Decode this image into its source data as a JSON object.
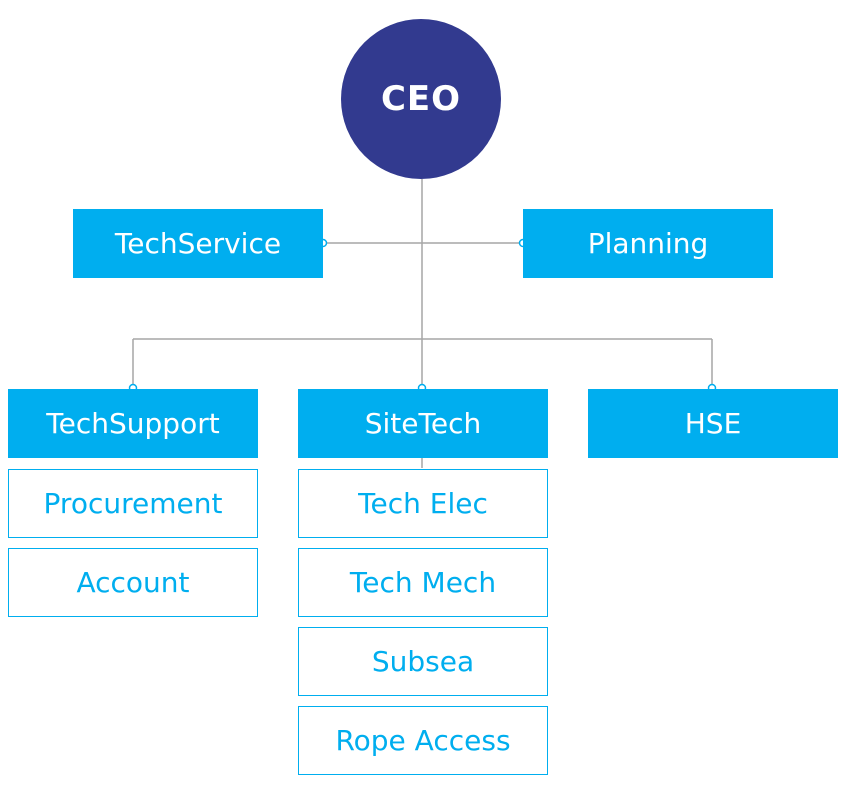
{
  "colors": {
    "ceo_fill": "#323a8f",
    "box_fill": "#00aeef",
    "box_text": "#ffffff",
    "outline_text": "#00aeef",
    "connector": "#a6a6a6"
  },
  "ceo": {
    "label": "CEO"
  },
  "staff": {
    "tech_service": "TechService",
    "planning": "Planning"
  },
  "departments": {
    "tech_support": {
      "label": "TechSupport",
      "subunits": [
        "Procurement",
        "Account"
      ]
    },
    "site_tech": {
      "label": "SiteTech",
      "subunits": [
        "Tech Elec",
        "Tech Mech",
        "Subsea",
        "Rope Access"
      ]
    },
    "hse": {
      "label": "HSE"
    }
  }
}
